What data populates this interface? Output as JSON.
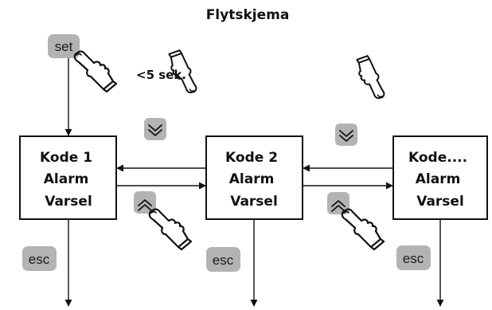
{
  "title": "Flytskjema",
  "set_key": "set",
  "timing_note": "<5 sek.",
  "esc_key": "esc",
  "boxes": [
    {
      "lines": [
        "Kode 1",
        "Alarm",
        "Varsel"
      ]
    },
    {
      "lines": [
        "Kode 2",
        "Alarm",
        "Varsel"
      ]
    },
    {
      "lines": [
        "Kode....",
        "Alarm",
        "Varsel"
      ]
    }
  ],
  "icons": {
    "hand": "pointing-hand-icon",
    "down": "double-chevron-down-icon",
    "up": "double-chevron-up-icon"
  },
  "colors": {
    "key_fill": "#b3b3b3",
    "line": "#111111",
    "box_stroke": "#111111"
  }
}
